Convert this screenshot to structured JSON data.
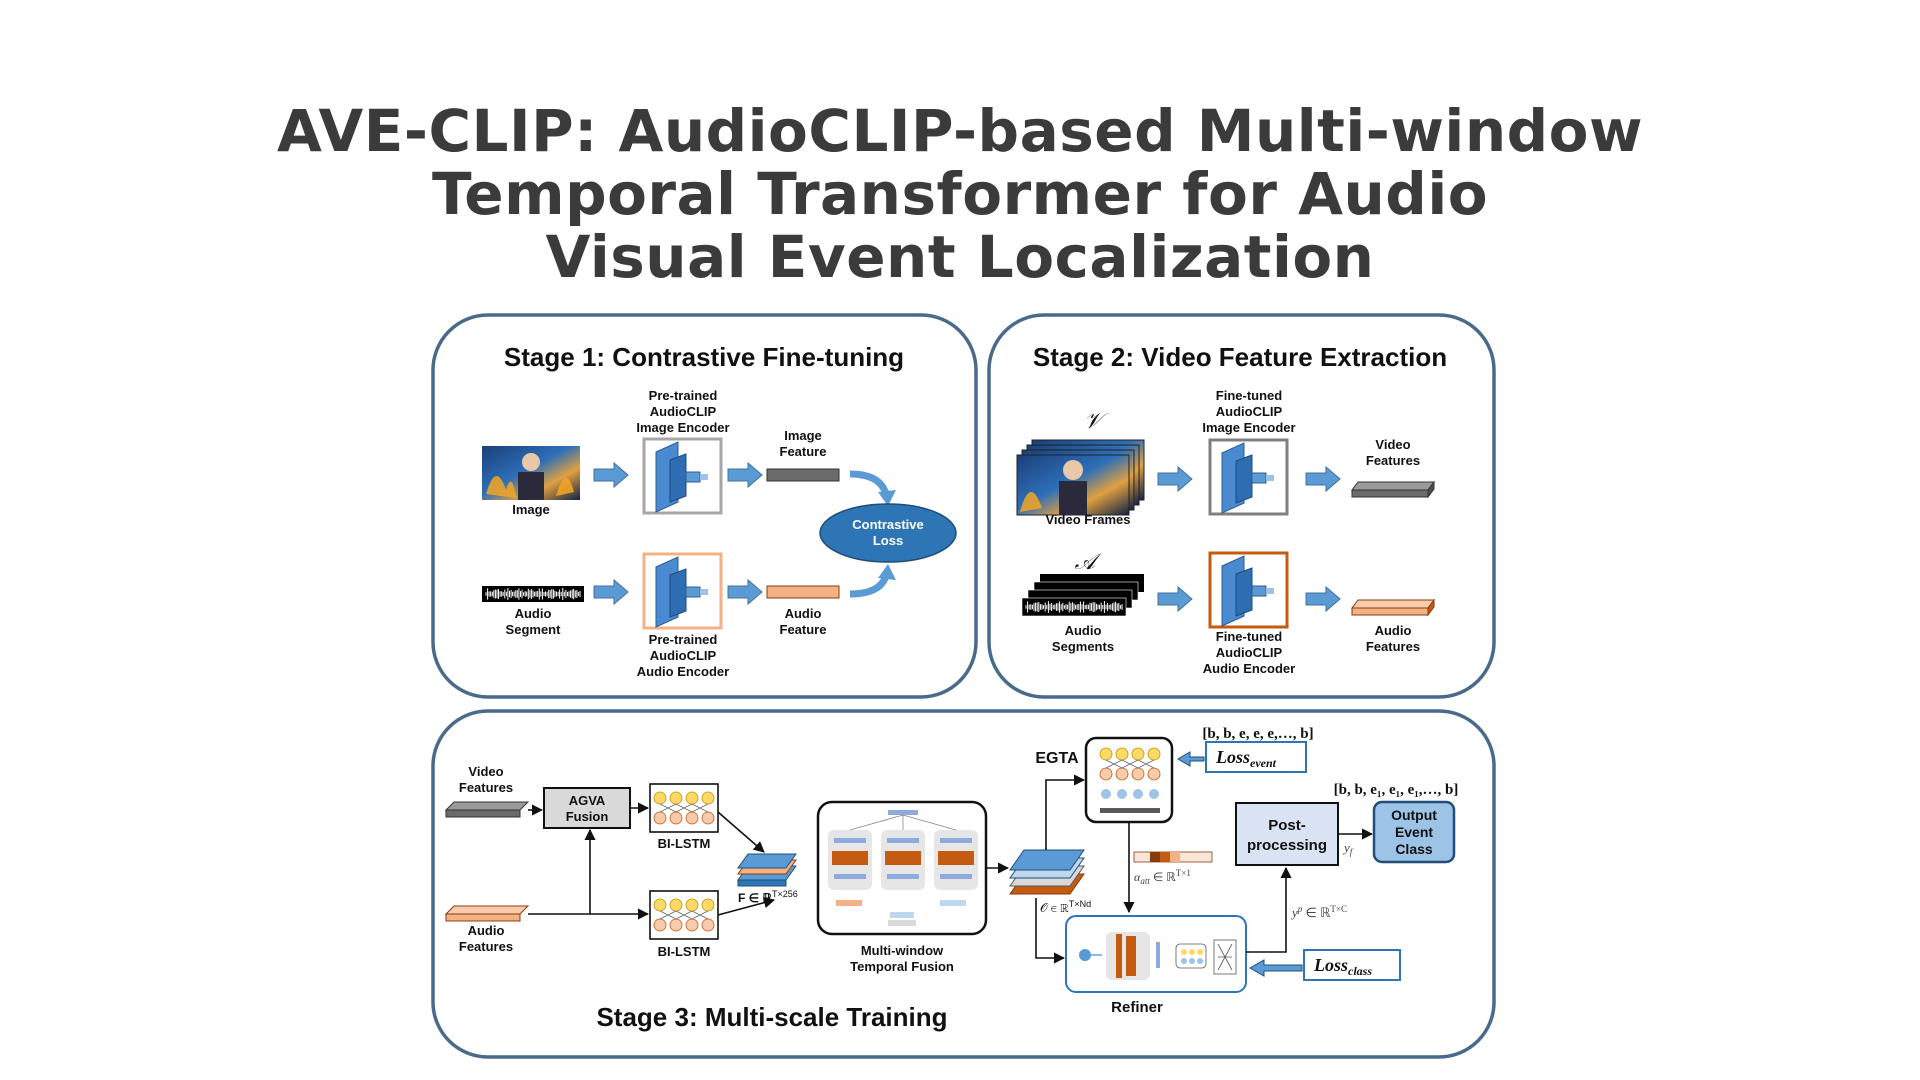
{
  "slide": {
    "title_lines": [
      "AVE-CLIP: AudioCLIP-based Multi-window",
      "Temporal Transformer for Audio",
      "Visual Event Localization"
    ]
  },
  "colors": {
    "panel_border": "#4a6a8c",
    "arrow_blue": "#5b9bd5",
    "loss_ellipse": "#2e75b6",
    "audio_orange": "#f4b183",
    "encoder_orange_border": "#c55a11",
    "output_box": "#9dc3e6",
    "postproc_box": "#dae3f3",
    "title_gray": "#3b3b3b"
  },
  "stage1": {
    "title": "Stage 1: Contrastive Fine-tuning",
    "image_label": "Image",
    "audio_label": [
      "Audio",
      "Segment"
    ],
    "image_encoder_label": [
      "Pre-trained",
      "AudioCLIP",
      "Image Encoder"
    ],
    "audio_encoder_label": [
      "Pre-trained",
      "AudioCLIP",
      "Audio Encoder"
    ],
    "image_feature_label": [
      "Image",
      "Feature"
    ],
    "audio_feature_label": [
      "Audio",
      "Feature"
    ],
    "loss_label": [
      "Contrastive",
      "Loss"
    ]
  },
  "stage2": {
    "title": "Stage 2: Video Feature Extraction",
    "v_symbol": "𝒱",
    "a_symbol": "𝒜",
    "frames_label": "Video Frames",
    "segments_label": [
      "Audio",
      "Segments"
    ],
    "image_encoder_label": [
      "Fine-tuned",
      "AudioCLIP",
      "Image Encoder"
    ],
    "audio_encoder_label": [
      "Fine-tuned",
      "AudioCLIP",
      "Audio Encoder"
    ],
    "video_features_label": [
      "Video",
      "Features"
    ],
    "audio_features_label": [
      "Audio",
      "Features"
    ]
  },
  "stage3": {
    "title": "Stage 3: Multi-scale Training",
    "video_features_label": [
      "Video",
      "Features"
    ],
    "audio_features_label": [
      "Audio",
      "Features"
    ],
    "agva_label": [
      "AGVA",
      "Fusion"
    ],
    "bilstm_top": "BI-LSTM",
    "bilstm_bottom": "BI-LSTM",
    "f_label": "F ∈ ℝ",
    "f_sup": "T×256",
    "mwtf_label": [
      "Multi-window",
      "Temporal Fusion"
    ],
    "o_label": "𝒪 ∈ ℝ",
    "o_sup": "T×Nd",
    "egta_label": "EGTA",
    "alpha_label": "α",
    "alpha_sub": "att",
    "alpha_in": " ∈ ℝ",
    "alpha_sup": "T×1",
    "event_seq": "[b, b, e, e, e,…, b]",
    "loss_event": "Loss",
    "loss_event_sub": "event",
    "class_seq": "[b, b, e₁, e₁, e₁,…, b]",
    "postproc_label": [
      "Post-",
      "processing"
    ],
    "yf_label": "y",
    "yf_sub": "f",
    "output_label": [
      "Output",
      "Event",
      "Class"
    ],
    "yp_label": "y",
    "yp_sup": "p",
    "yp_in": " ∈ ℝ",
    "yp_sup2": "T×C",
    "refiner_label": "Refiner",
    "loss_class": "Loss",
    "loss_class_sub": "class"
  }
}
